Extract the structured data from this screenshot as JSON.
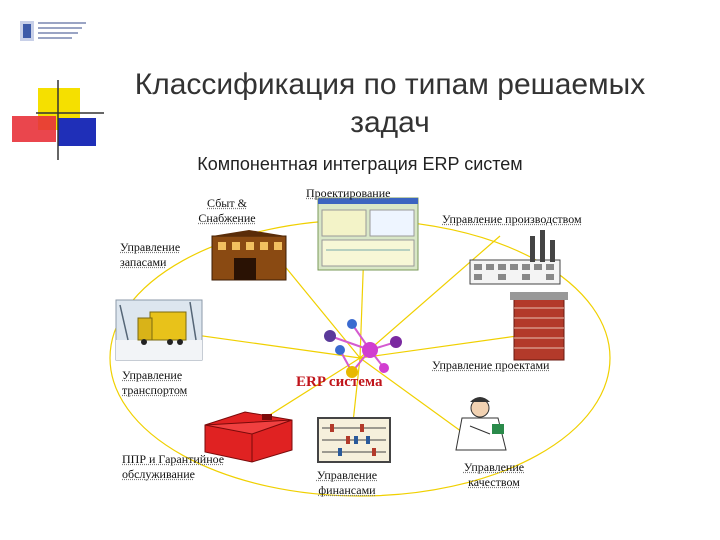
{
  "slide": {
    "title": "Классификация по типам решаемых задач",
    "subtitle": "Компонентная интеграция ERP систем"
  },
  "diagram": {
    "center": "ERP система",
    "nodes": {
      "sales": "Сбыт  & Снабжение",
      "design": "Проектирование",
      "production": "Управление производством",
      "inventory": "Управление запасами",
      "transport": "Управление транспортом",
      "projects": "Управление проектами",
      "maintenance": "ППР и Гарантийное обслуживание",
      "finance": "Управление финансами",
      "quality": "Управление качеством"
    }
  },
  "colors": {
    "accent_yellow": "#f5e000",
    "accent_red": "#e8323a",
    "accent_blue": "#1f2fb8",
    "center_text": "#c0141b"
  }
}
